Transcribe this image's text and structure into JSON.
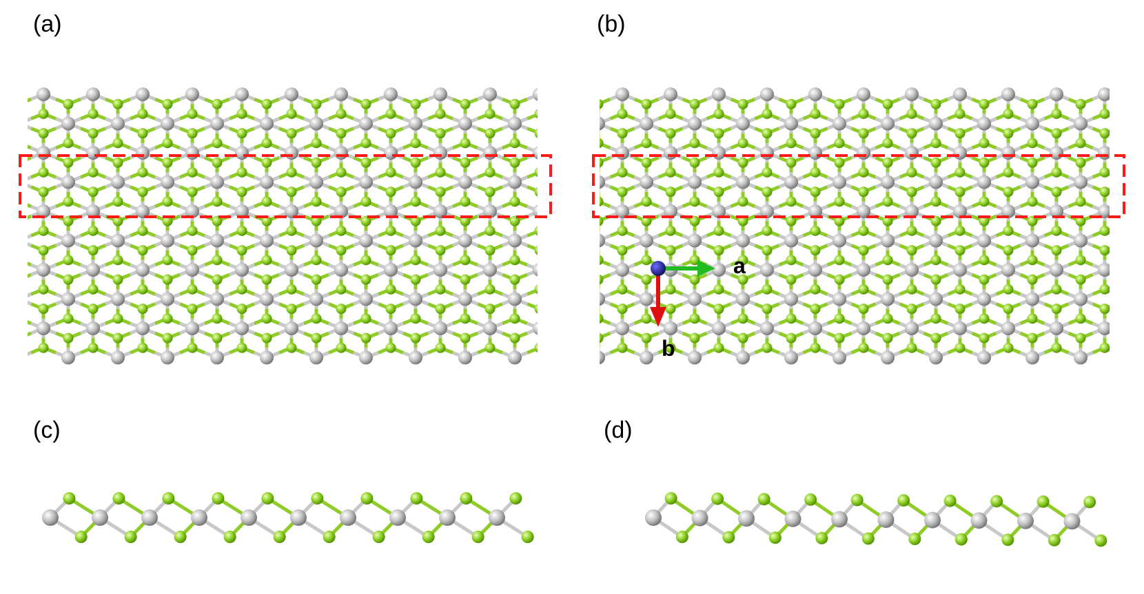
{
  "panels": {
    "a": {
      "label": "(a)"
    },
    "b": {
      "label": "(b)"
    },
    "c": {
      "label": "(c)"
    },
    "d": {
      "label": "(d)"
    }
  },
  "axes": {
    "a_label": "a",
    "b_label": "b"
  },
  "colors": {
    "metal_atom": "#bdbdbd",
    "ligand_atom": "#88cc22",
    "bond_metal": "#c8c8c8",
    "bond_ligand": "#8fcc28",
    "highlight_box": "#ff1a1a",
    "axis_a": "#22bb22",
    "axis_b": "#dd1111",
    "axis_origin": "#1a1a80"
  }
}
